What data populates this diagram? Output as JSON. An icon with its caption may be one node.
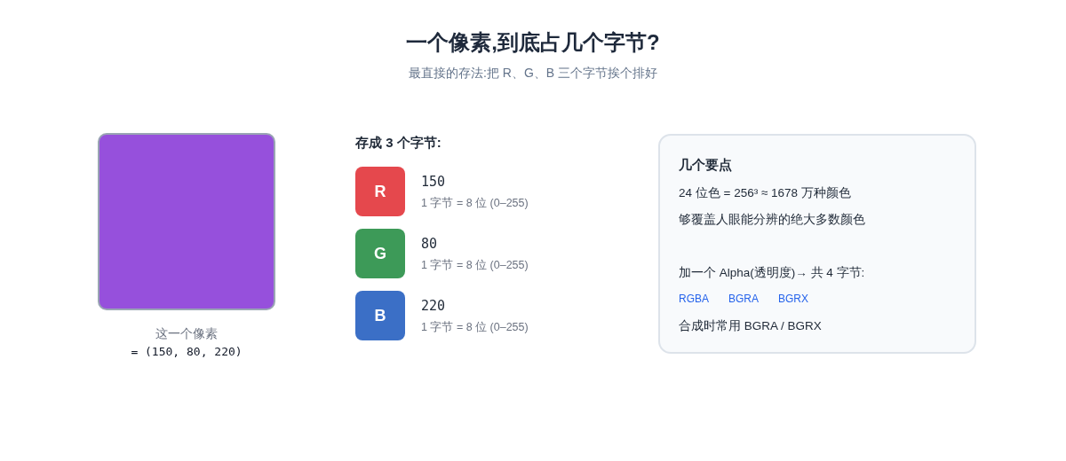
{
  "diagram": {
    "title": "一个像素,到底占几个字节?",
    "nodes": [
      {
        "text": [],
        "shape": "box",
        "beside": [
          "这一个像素",
          "= (150, 80, 220)"
        ]
      },
      {
        "text": [
          "R"
        ],
        "beside": [
          "150",
          "1 字节 = 8 位 (0–255)"
        ]
      },
      {
        "text": [
          "G"
        ],
        "beside": [
          "80",
          "1 字节 = 8 位 (0–255)"
        ]
      },
      {
        "text": [
          "B"
        ],
        "beside": [
          "220",
          "1 字节 = 8 位 (0–255)"
        ]
      },
      {
        "text": [
          "几个要点",
          "24 位色 = 256³ ≈ 1678 万种颜色",
          "够覆盖人眼能分辨的绝大多数颜色",
          "加一个 Alpha(透明度)→ 共 4 字节:",
          "RGBA",
          "BGRA",
          "BGRX",
          "合成时常用 BGRA / BGRX"
        ]
      }
    ],
    "labels": [
      "最直接的存法:把 R、G、B 三个字节挨个排好",
      "存成 3 个字节:"
    ]
  }
}
